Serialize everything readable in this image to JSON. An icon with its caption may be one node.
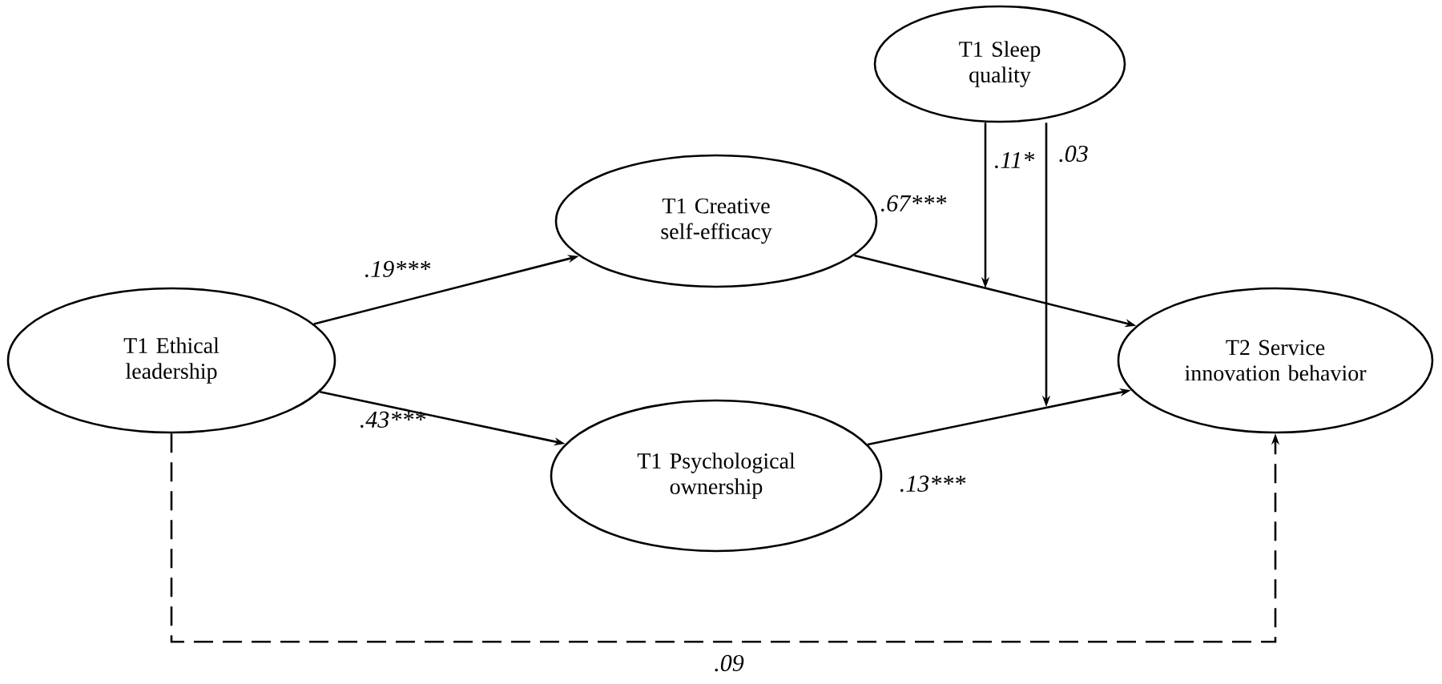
{
  "diagram": {
    "nodes": [
      {
        "text": [
          "T1 Sleep quality"
        ]
      },
      {
        "text": [
          "T1 Creative self-efficacy"
        ]
      },
      {
        "text": [
          "T1 Ethical leadership"
        ]
      },
      {
        "text": [
          "T1 Psychological ownership"
        ]
      },
      {
        "text": [
          "T2 Service innovation behavior"
        ]
      }
    ],
    "edges": [
      {
        "from": 2,
        "to": 1,
        "arrow": "to",
        "label": ".19***"
      },
      {
        "from": 2,
        "to": 3,
        "arrow": "to",
        "label": ".43***"
      },
      {
        "from": 1,
        "to": 4,
        "arrow": "to",
        "label": ".67***"
      },
      {
        "from": 3,
        "to": 4,
        "arrow": "to",
        "label": ".13***"
      },
      {
        "from": 0,
        "to": null,
        "arrow": "to",
        "label": ".11*"
      },
      {
        "from": 0,
        "to": null,
        "arrow": "to",
        "label": ".03"
      },
      {
        "from": 2,
        "to": 4,
        "arrow": "to",
        "label": ".09",
        "style": "dashed"
      }
    ]
  }
}
